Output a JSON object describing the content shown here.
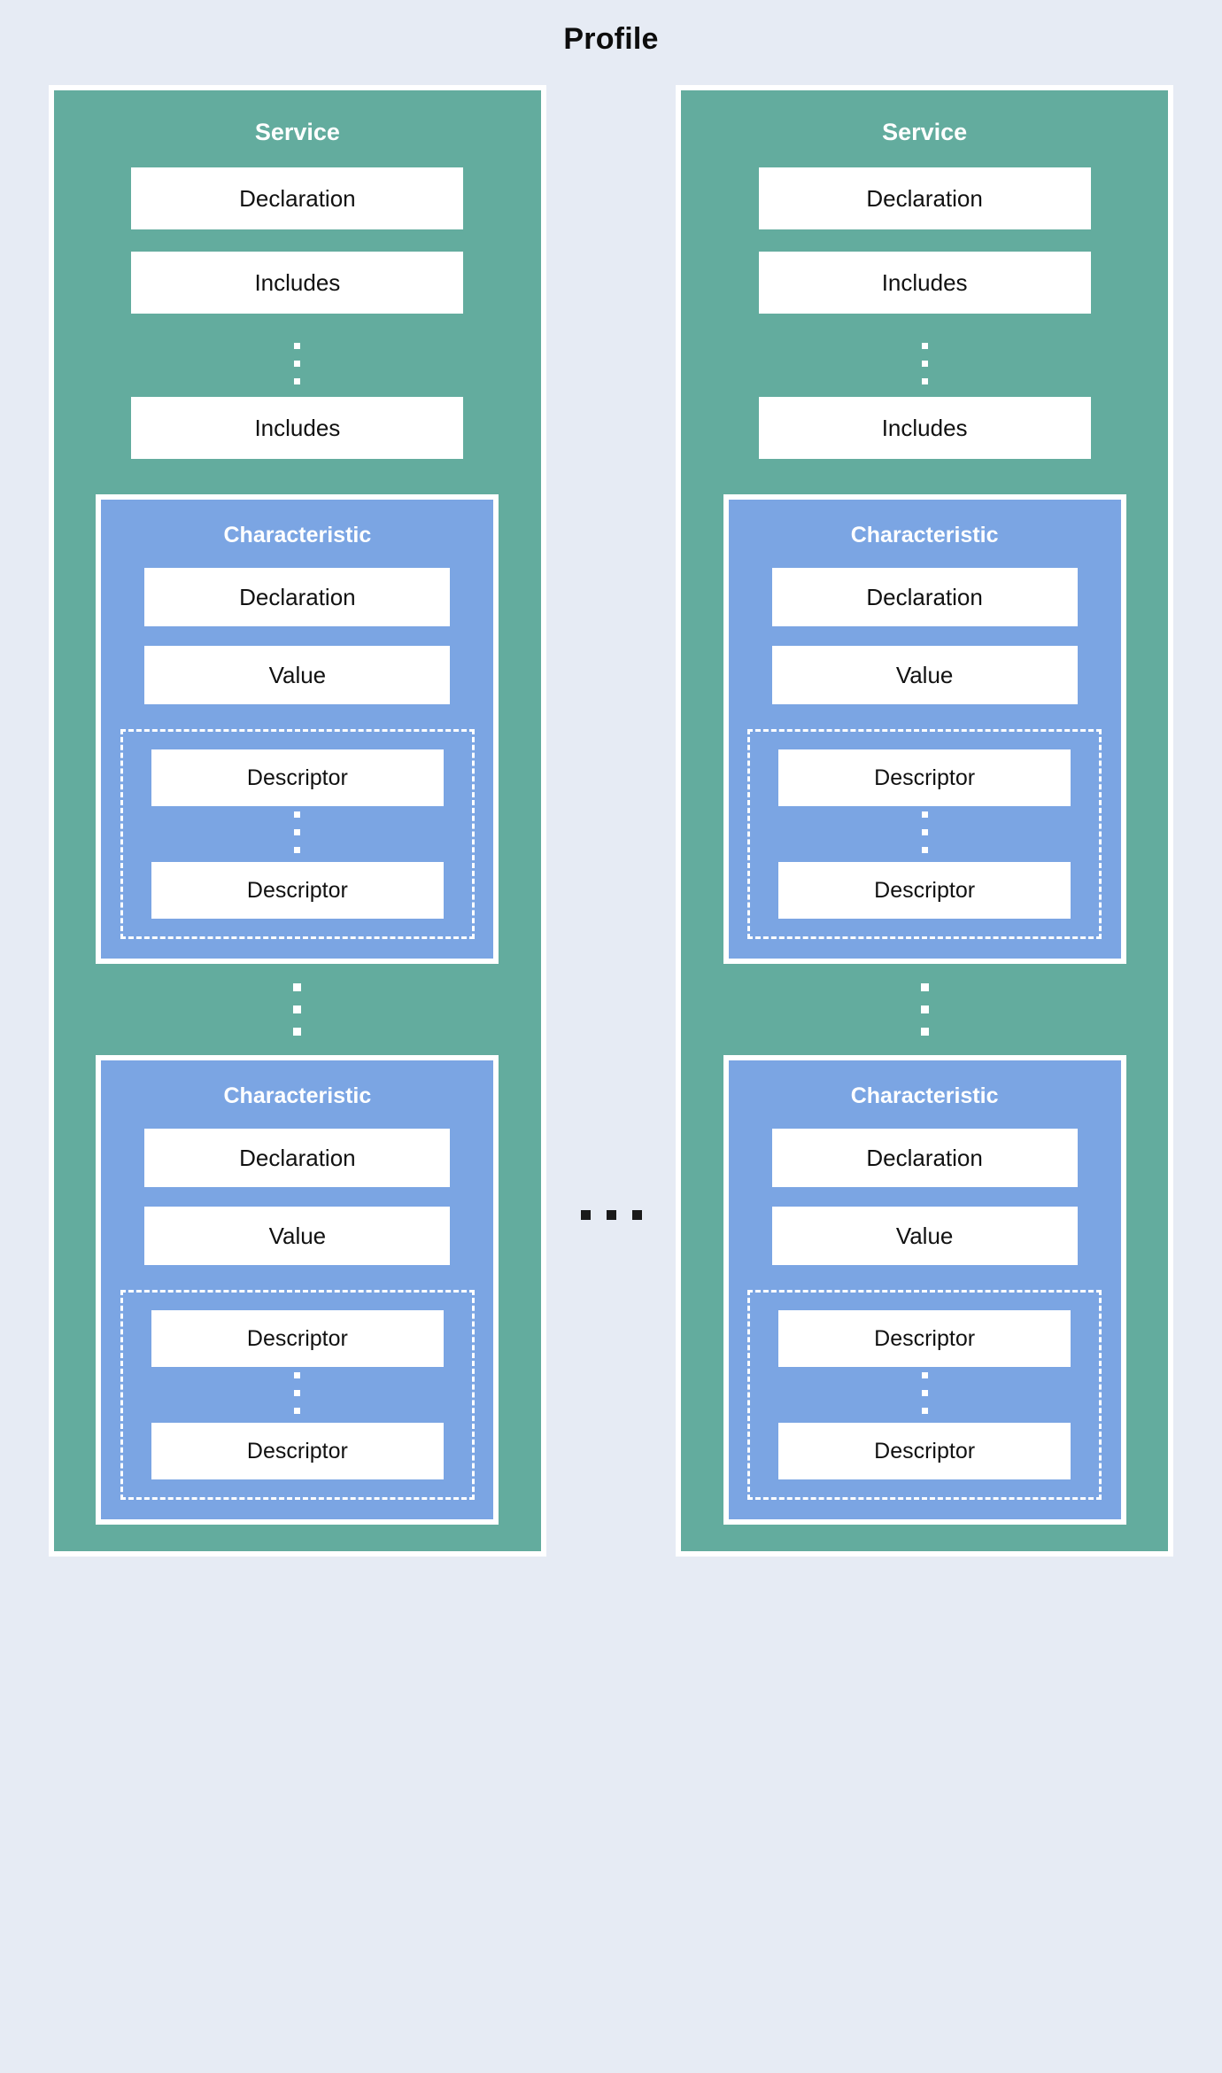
{
  "diagram": {
    "title": "Profile",
    "between_columns_ellipsis": "...",
    "colors": {
      "background": "#e6ebf4",
      "service_fill": "#63ac9e",
      "characteristic_fill": "#7ba5e3",
      "box_fill": "#ffffff",
      "border": "#ffffff",
      "title_text": "#0d0d0d"
    }
  },
  "chart_data": {
    "type": "table",
    "title": "Profile",
    "structure": "Profile contains repeated Service blocks; each Service contains a Declaration, repeated Includes, and repeated Characteristic blocks; each Characteristic contains a Declaration, a Value, and a dashed group of repeated Descriptors."
  },
  "columns": [
    {
      "service": {
        "title": "Service",
        "declaration": "Declaration",
        "includes_first": "Includes",
        "includes_last": "Includes",
        "includes_ellipsis": "vertical-ellipsis",
        "characteristics_ellipsis": "vertical-ellipsis",
        "characteristics": [
          {
            "title": "Characteristic",
            "declaration": "Declaration",
            "value": "Value",
            "descriptor_first": "Descriptor",
            "descriptor_last": "Descriptor",
            "descriptor_ellipsis": "vertical-ellipsis"
          },
          {
            "title": "Characteristic",
            "declaration": "Declaration",
            "value": "Value",
            "descriptor_first": "Descriptor",
            "descriptor_last": "Descriptor",
            "descriptor_ellipsis": "vertical-ellipsis"
          }
        ]
      }
    },
    {
      "service": {
        "title": "Service",
        "declaration": "Declaration",
        "includes_first": "Includes",
        "includes_last": "Includes",
        "includes_ellipsis": "vertical-ellipsis",
        "characteristics_ellipsis": "vertical-ellipsis",
        "characteristics": [
          {
            "title": "Characteristic",
            "declaration": "Declaration",
            "value": "Value",
            "descriptor_first": "Descriptor",
            "descriptor_last": "Descriptor",
            "descriptor_ellipsis": "vertical-ellipsis"
          },
          {
            "title": "Characteristic",
            "declaration": "Declaration",
            "value": "Value",
            "descriptor_first": "Descriptor",
            "descriptor_last": "Descriptor",
            "descriptor_ellipsis": "vertical-ellipsis"
          }
        ]
      }
    }
  ]
}
